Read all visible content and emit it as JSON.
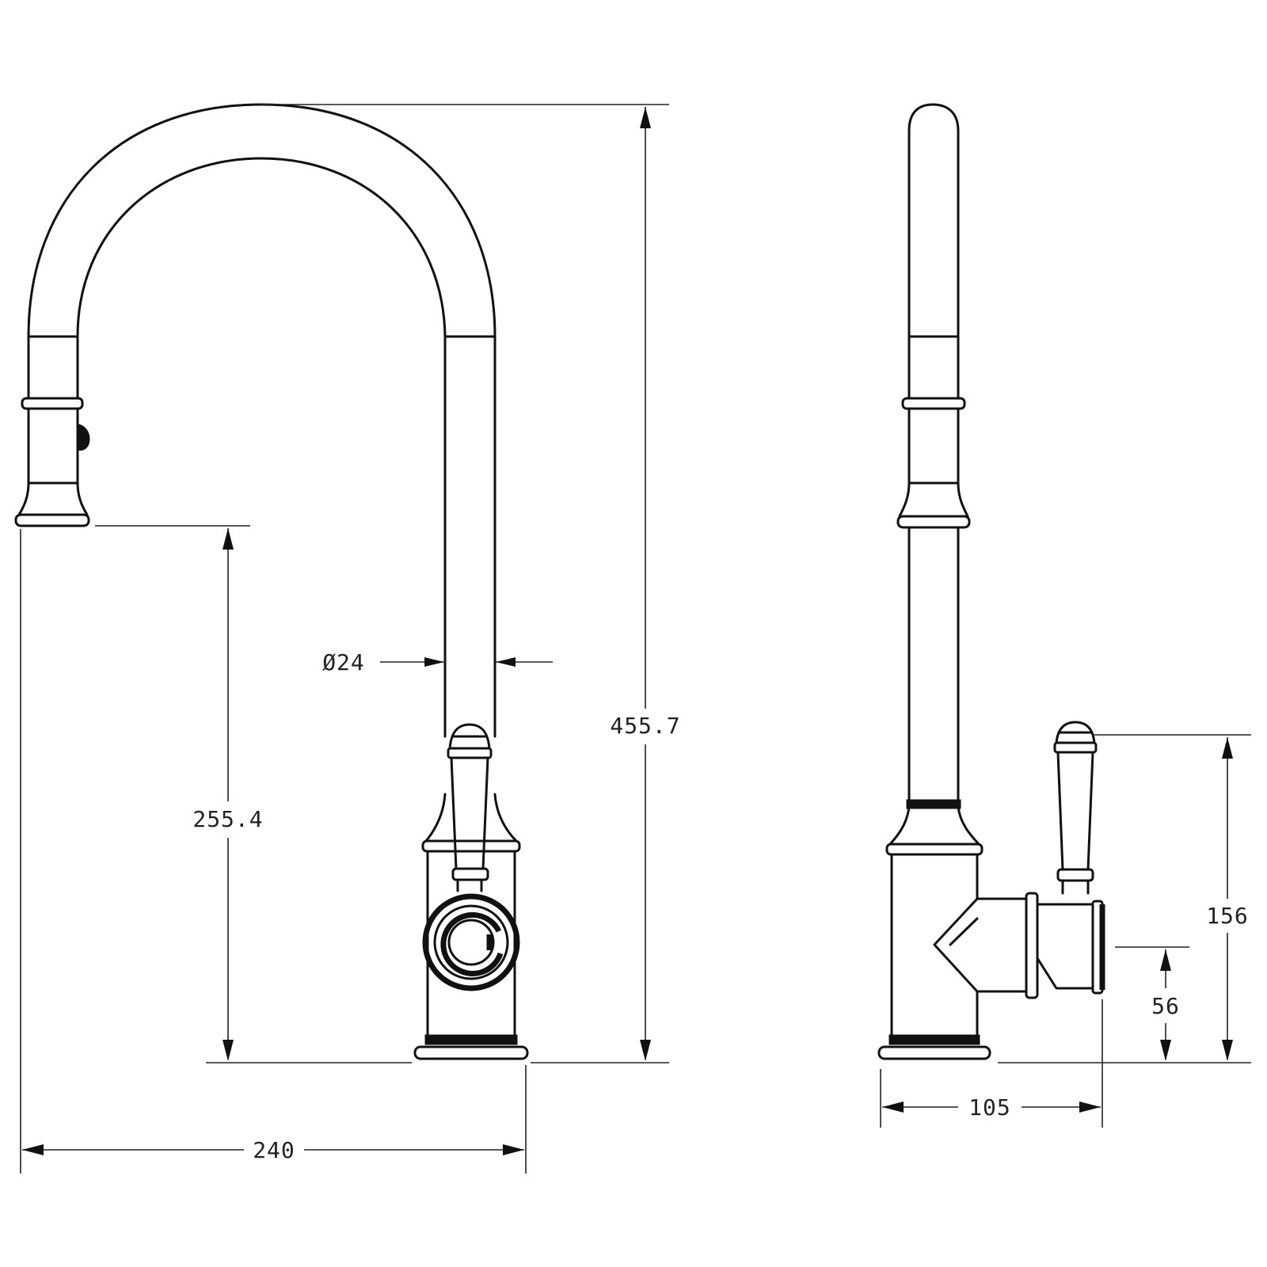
{
  "dimensions": {
    "overall_height": "455.7",
    "spout_height": "255.4",
    "spout_diameter": "Ø24",
    "spout_reach": "240",
    "lever_height": "156",
    "inlet_height": "56",
    "body_depth": "105"
  }
}
